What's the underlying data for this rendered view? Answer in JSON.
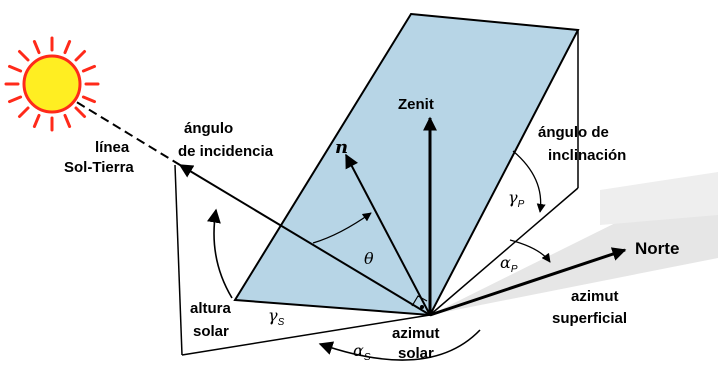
{
  "colors": {
    "sun_fill": "#ffee22",
    "sun_rays": "#ff2a1a",
    "panel_fill": "#b7d5e6",
    "ground_shade": "#e6e6e6",
    "line": "#000000"
  },
  "labels": {
    "sun_line": [
      "línea",
      "Sol-Tierra"
    ],
    "incidence": [
      "ángulo",
      "de incidencia"
    ],
    "zenith": "Zenit",
    "tilt": [
      "ángulo de",
      "inclinación"
    ],
    "north": "Norte",
    "surface_azimuth": [
      "azimut",
      "superficial"
    ],
    "solar_azimuth": [
      "azimut",
      "solar"
    ],
    "solar_altitude": [
      "altura",
      "solar"
    ]
  },
  "symbols": {
    "normal": "n",
    "theta": "θ",
    "gamma_p": {
      "base": "γ",
      "sub": "P"
    },
    "alpha_p": {
      "base": "α",
      "sub": "P"
    },
    "gamma_s": {
      "base": "γ",
      "sub": "S"
    },
    "alpha_s": {
      "base": "α",
      "sub": "S"
    }
  }
}
